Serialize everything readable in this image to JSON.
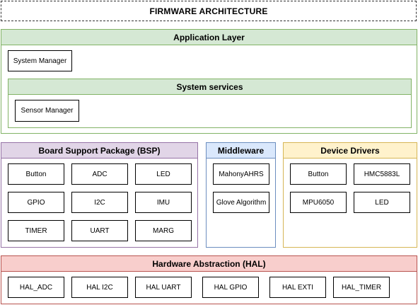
{
  "title": "FIRMWARE ARCHITECTURE",
  "application_layer": {
    "label": "Application Layer",
    "system_manager": "System Manager",
    "system_services": {
      "label": "System services",
      "sensor_manager": "Sensor Manager"
    }
  },
  "bsp": {
    "label": "Board Support Package (BSP)",
    "items": [
      "Button",
      "ADC",
      "LED",
      "GPIO",
      "I2C",
      "IMU",
      "TIMER",
      "UART",
      "MARG"
    ]
  },
  "middleware": {
    "label": "Middleware",
    "items": [
      "MahonyAHRS",
      "Glove Algorithm"
    ]
  },
  "device_drivers": {
    "label": "Device Drivers",
    "items": [
      "Button",
      "HMC5883L",
      "MPU6050",
      "LED"
    ]
  },
  "hal": {
    "label": "Hardware Abstraction (HAL)",
    "items": [
      "HAL_ADC",
      "HAL I2C",
      "HAL UART",
      "HAL GPIO",
      "HAL EXTI",
      "HAL_TIMER"
    ]
  },
  "colors": {
    "green_fill": "#d5e8d4",
    "green_stroke": "#82b366",
    "purple_fill": "#e1d5e7",
    "purple_stroke": "#9673a6",
    "blue_fill": "#dae8fc",
    "blue_stroke": "#6c8ebf",
    "orange_fill": "#fff2cc",
    "orange_stroke": "#d6b656",
    "red_fill": "#f8cecc",
    "red_stroke": "#b85450"
  }
}
